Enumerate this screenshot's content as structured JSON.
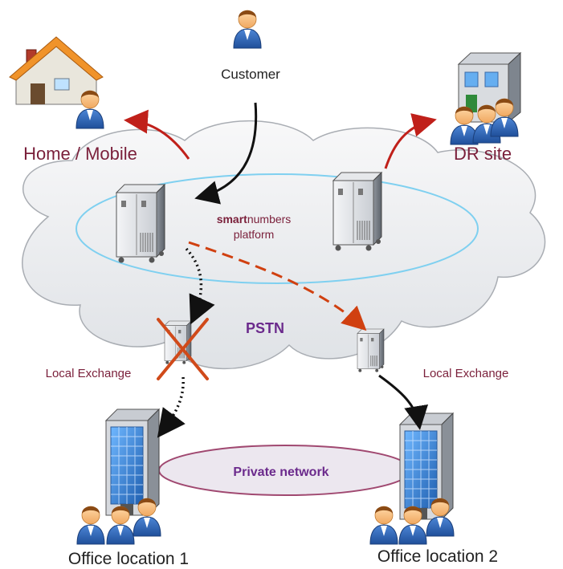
{
  "labels": {
    "customer": "Customer",
    "home_mobile": "Home / Mobile",
    "dr_site": "DR site",
    "platform_bold": "smart",
    "platform_rest": "numbers",
    "platform_line2": "platform",
    "pstn": "PSTN",
    "local_exchange_left": "Local Exchange",
    "local_exchange_right": "Local Exchange",
    "private_network": "Private network",
    "office_1": "Office location 1",
    "office_2": "Office location 2"
  },
  "colors": {
    "maroon_text": "#7a1f3a",
    "purple_text": "#6b2a8c",
    "red_arrow": "#c0201a",
    "dashed_arrow": "#d04010",
    "platform_ring": "#7fd0f0",
    "cloud_fill": "#eceef0",
    "private_net_ring": "#a04870"
  },
  "icons": {
    "customer": "person-icon",
    "home": "house-icon",
    "dr_site": "building-icon",
    "servers": "server-icon",
    "offices": "office-building-icon",
    "failed_exchange": "red-cross-icon"
  }
}
